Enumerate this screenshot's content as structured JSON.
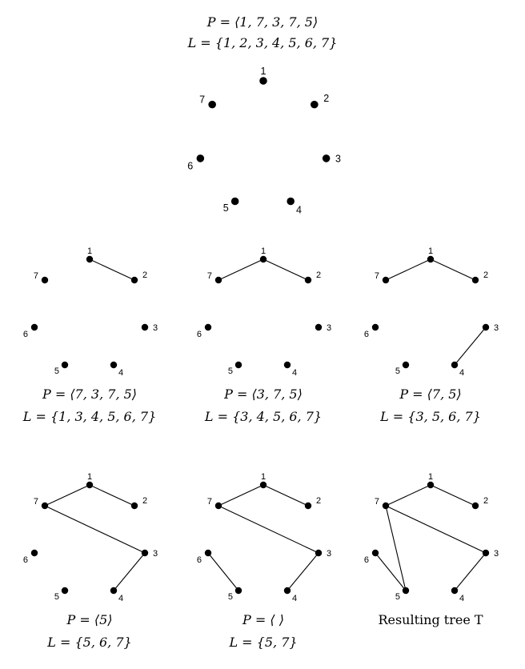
{
  "top": {
    "p_text": "P = ⟨1, 7, 3, 7, 5⟩",
    "l_text": "L = {1, 2, 3, 4, 5, 6, 7}"
  },
  "vertex_labels": [
    "1",
    "2",
    "3",
    "4",
    "5",
    "6",
    "7"
  ],
  "panels": [
    {
      "id": "initial",
      "edges": [],
      "caption1": "",
      "caption2": ""
    },
    {
      "id": "step-1",
      "edges": [
        [
          1,
          2
        ]
      ],
      "caption1": "P = ⟨7, 3, 7, 5⟩",
      "caption2": "L = {1, 3, 4, 5, 6, 7}"
    },
    {
      "id": "step-2",
      "edges": [
        [
          1,
          2
        ],
        [
          1,
          7
        ]
      ],
      "caption1": "P = ⟨3, 7, 5⟩",
      "caption2": "L = {3, 4, 5, 6, 7}"
    },
    {
      "id": "step-3",
      "edges": [
        [
          1,
          2
        ],
        [
          1,
          7
        ],
        [
          3,
          4
        ]
      ],
      "caption1": "P = ⟨7, 5⟩",
      "caption2": "L = {3, 5, 6, 7}"
    },
    {
      "id": "step-4",
      "edges": [
        [
          1,
          2
        ],
        [
          1,
          7
        ],
        [
          3,
          4
        ],
        [
          7,
          3
        ]
      ],
      "caption1": "P = ⟨5⟩",
      "caption2": "L = {5, 6, 7}"
    },
    {
      "id": "step-5",
      "edges": [
        [
          1,
          2
        ],
        [
          1,
          7
        ],
        [
          3,
          4
        ],
        [
          7,
          3
        ],
        [
          6,
          5
        ]
      ],
      "caption1": "P = ⟨ ⟩",
      "caption2": "L = {5, 7}"
    },
    {
      "id": "result",
      "edges": [
        [
          1,
          2
        ],
        [
          1,
          7
        ],
        [
          3,
          4
        ],
        [
          7,
          3
        ],
        [
          6,
          5
        ],
        [
          7,
          5
        ]
      ],
      "caption1": "Resulting tree T",
      "caption2": ""
    }
  ]
}
